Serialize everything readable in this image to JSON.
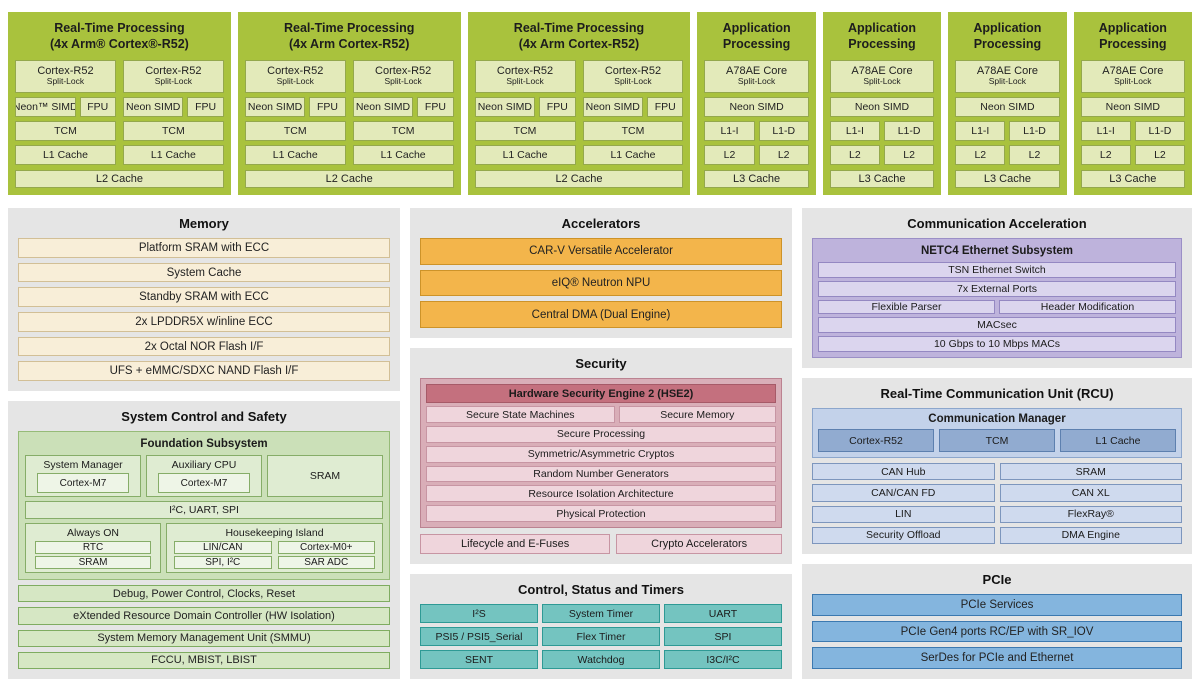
{
  "colors": {
    "lime": "#a9c23d",
    "lime_cell": "#e3eaba",
    "panel_gray": "#e5e5e5",
    "memory_cream": "#f8eed8",
    "safety_green": "#d6e7c4",
    "accelerator_orange": "#f3b54b",
    "security_pink": "#efd5dc",
    "security_header_red": "#c4707e",
    "timer_teal": "#74c4c0",
    "ethernet_purple": "#dbd5ee",
    "rcu_blue": "#cfdaee",
    "rcu_core_blue": "#91abd0",
    "pcie_blue": "#84b5de"
  },
  "rt_clusters": [
    {
      "title1": "Real-Time Processing",
      "title2": "(4x Arm® Cortex®-R52)",
      "cores": [
        {
          "name": "Cortex-R52",
          "sub": "Split-Lock",
          "simd": "Neon™ SIMD",
          "fpu": "FPU",
          "tcm": "TCM",
          "l1": "L1 Cache"
        },
        {
          "name": "Cortex-R52",
          "sub": "Split-Lock",
          "simd": "Neon SIMD",
          "fpu": "FPU",
          "tcm": "TCM",
          "l1": "L1 Cache"
        }
      ],
      "l2": "L2 Cache"
    },
    {
      "title1": "Real-Time Processing",
      "title2": "(4x Arm Cortex-R52)",
      "cores": [
        {
          "name": "Cortex-R52",
          "sub": "Split-Lock",
          "simd": "Neon SIMD",
          "fpu": "FPU",
          "tcm": "TCM",
          "l1": "L1 Cache"
        },
        {
          "name": "Cortex-R52",
          "sub": "Split-Lock",
          "simd": "Neon SIMD",
          "fpu": "FPU",
          "tcm": "TCM",
          "l1": "L1 Cache"
        }
      ],
      "l2": "L2 Cache"
    },
    {
      "title1": "Real-Time Processing",
      "title2": "(4x Arm Cortex-R52)",
      "cores": [
        {
          "name": "Cortex-R52",
          "sub": "Split-Lock",
          "simd": "Neon SIMD",
          "fpu": "FPU",
          "tcm": "TCM",
          "l1": "L1 Cache"
        },
        {
          "name": "Cortex-R52",
          "sub": "Split-Lock",
          "simd": "Neon SIMD",
          "fpu": "FPU",
          "tcm": "TCM",
          "l1": "L1 Cache"
        }
      ],
      "l2": "L2 Cache"
    }
  ],
  "app_clusters": [
    {
      "title1": "Application",
      "title2": "Processing",
      "core": "A78AE Core",
      "sub": "Split-Lock",
      "simd": "Neon SIMD",
      "l1i": "L1-I",
      "l1d": "L1-D",
      "l2a": "L2",
      "l2b": "L2",
      "l3": "L3 Cache"
    },
    {
      "title1": "Application",
      "title2": "Processing",
      "core": "A78AE Core",
      "sub": "Split-Lock",
      "simd": "Neon SIMD",
      "l1i": "L1-I",
      "l1d": "L1-D",
      "l2a": "L2",
      "l2b": "L2",
      "l3": "L3 Cache"
    },
    {
      "title1": "Application",
      "title2": "Processing",
      "core": "A78AE Core",
      "sub": "Split-Lock",
      "simd": "Neon SIMD",
      "l1i": "L1-I",
      "l1d": "L1-D",
      "l2a": "L2",
      "l2b": "L2",
      "l3": "L3 Cache"
    },
    {
      "title1": "Application",
      "title2": "Processing",
      "core": "A78AE Core",
      "sub": "Split-Lock",
      "simd": "Neon SIMD",
      "l1i": "L1-I",
      "l1d": "L1-D",
      "l2a": "L2",
      "l2b": "L2",
      "l3": "L3 Cache"
    }
  ],
  "memory": {
    "title": "Memory",
    "rows": [
      "Platform SRAM with ECC",
      "System Cache",
      "Standby SRAM with ECC",
      "2x LPDDR5X w/inline ECC",
      "2x Octal NOR Flash I/F",
      "UFS + eMMC/SDXC NAND Flash I/F"
    ]
  },
  "system_control": {
    "title": "System Control and Safety",
    "foundation": {
      "title": "Foundation Subsystem",
      "system_manager": {
        "label": "System Manager",
        "core": "Cortex-M7"
      },
      "auxiliary_cpu": {
        "label": "Auxiliary CPU",
        "core": "Cortex-M7"
      },
      "sram": "SRAM",
      "peripherals": "I²C, UART, SPI",
      "always_on": {
        "label": "Always ON",
        "cells": [
          "RTC",
          "SRAM"
        ]
      },
      "housekeeping": {
        "label": "Housekeeping Island",
        "cells": [
          "LIN/CAN",
          "Cortex-M0+",
          "SPI, I²C",
          "SAR ADC"
        ]
      }
    },
    "rows": [
      "Debug, Power Control, Clocks, Reset",
      "eXtended Resource Domain Controller (HW Isolation)",
      "System Memory Management Unit (SMMU)",
      "FCCU, MBIST, LBIST"
    ]
  },
  "accelerators": {
    "title": "Accelerators",
    "rows": [
      "CAR-V Versatile Accelerator",
      "eIQ® Neutron NPU",
      "Central DMA (Dual Engine)"
    ]
  },
  "security": {
    "title": "Security",
    "hse_title": "Hardware Security Engine 2 (HSE2)",
    "pair": [
      "Secure State Machines",
      "Secure Memory"
    ],
    "rows": [
      "Secure Processing",
      "Symmetric/Asymmetric Cryptos",
      "Random Number Generators",
      "Resource Isolation Architecture",
      "Physical Protection"
    ],
    "footer": [
      "Lifecycle and E-Fuses",
      "Crypto Accelerators"
    ]
  },
  "control_status": {
    "title": "Control, Status and Timers",
    "cells": [
      [
        "I²S",
        "System Timer",
        "UART"
      ],
      [
        "PSI5 / PSI5_Serial",
        "Flex Timer",
        "SPI"
      ],
      [
        "SENT",
        "Watchdog",
        "I3C/I²C"
      ]
    ]
  },
  "comm_accel": {
    "title": "Communication Acceleration",
    "netc_title": "NETC4 Ethernet Subsystem",
    "rows1": [
      "TSN Ethernet Switch",
      "7x External Ports"
    ],
    "pair": [
      "Flexible Parser",
      "Header Modification"
    ],
    "rows2": [
      "MACsec",
      "10 Gbps to 10 Mbps MACs"
    ]
  },
  "rcu": {
    "title": "Real-Time Communication Unit (RCU)",
    "manager_title": "Communication Manager",
    "manager_cells": [
      "Cortex-R52",
      "TCM",
      "L1 Cache"
    ],
    "pairs": [
      [
        "CAN Hub",
        "SRAM"
      ],
      [
        "CAN/CAN FD",
        "CAN XL"
      ],
      [
        "LIN",
        "FlexRay®"
      ],
      [
        "Security Offload",
        "DMA Engine"
      ]
    ]
  },
  "pcie": {
    "title": "PCIe",
    "rows": [
      "PCIe Services",
      "PCIe Gen4 ports RC/EP with SR_IOV",
      "SerDes for PCIe and Ethernet"
    ]
  }
}
